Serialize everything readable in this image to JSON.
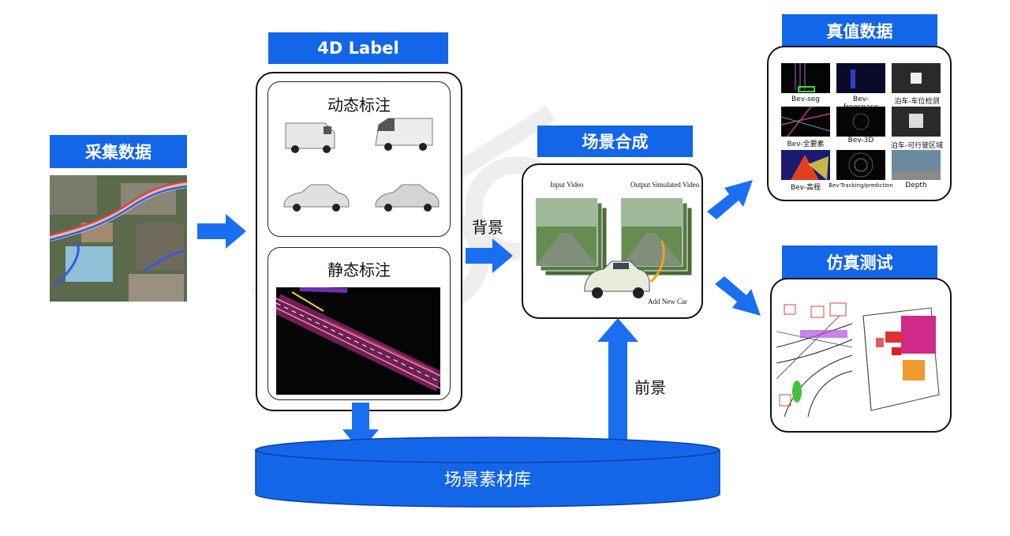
{
  "banners": {
    "collect": "采集数据",
    "label4d": "4D Label",
    "synth": "场景合成",
    "truth": "真值数据",
    "sim": "仿真测试"
  },
  "label_panel": {
    "dynamic_title": "动态标注",
    "static_title": "静态标注"
  },
  "arrows": {
    "background": "背景",
    "foreground": "前景"
  },
  "synth_panel": {
    "input_video": "Input Video",
    "output_video": "Output Simulated Video",
    "add_car": "Add New Car"
  },
  "truth_thumbs": [
    "Bev-seg",
    "Bev-freespace",
    "泊车-车位检测",
    "Bev-全要素",
    "Bev-3D",
    "泊车-可行驶区域",
    "Bev-高程",
    "Bev-Tracking/prediction",
    "Depth"
  ],
  "library": "场景素材库",
  "colors": {
    "accent": "#1466e8",
    "arrow": "#1a6ff0"
  }
}
